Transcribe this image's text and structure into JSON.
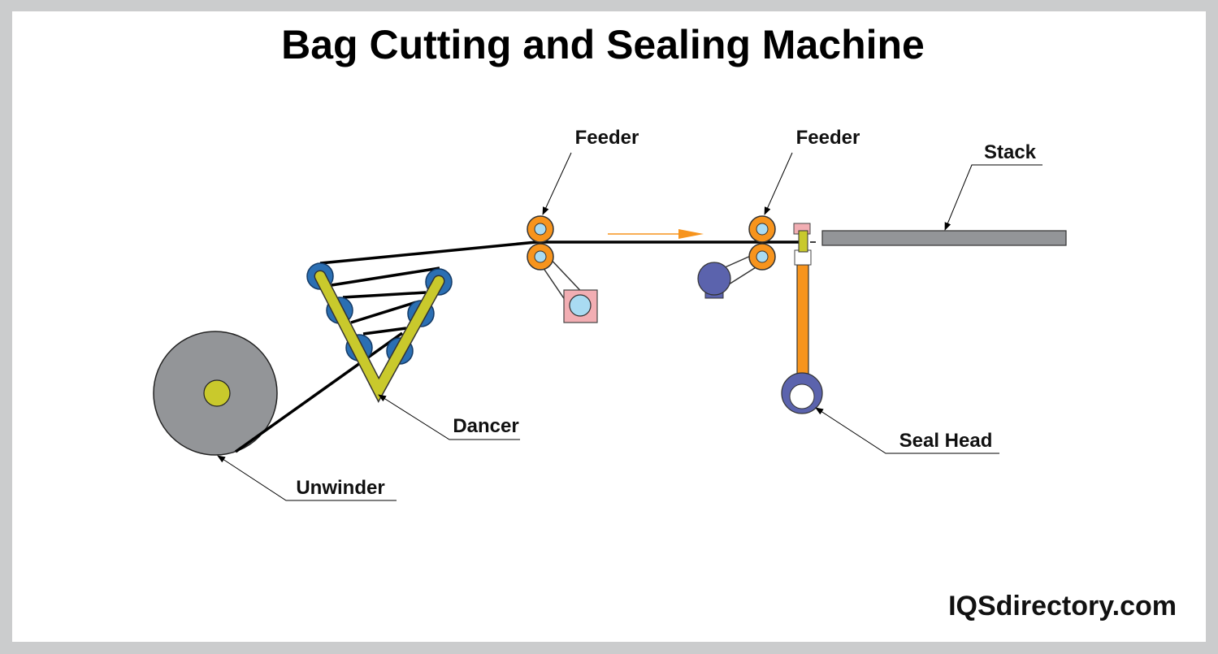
{
  "title": "Bag Cutting and Sealing Machine",
  "labels": {
    "feeder_1": "Feeder",
    "feeder_2": "Feeder",
    "stack": "Stack",
    "dancer": "Dancer",
    "seal_head": "Seal Head",
    "unwinder": "Unwinder"
  },
  "watermark": "IQSdirectory.com",
  "colors": {
    "roll_gray": "#939598",
    "hub_yellow": "#c9c92c",
    "dancer_blue": "#2b6fb3",
    "feeder_orange": "#f7941d",
    "roller_core": "#a9dbf2",
    "motor_purple": "#5b63ad",
    "pink": "#f2aeb3"
  }
}
